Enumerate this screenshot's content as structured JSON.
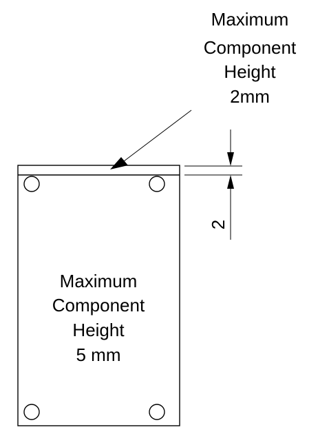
{
  "top_callout": {
    "line1": "Maximum",
    "line2": "Component",
    "line3": "Height",
    "line4": "2mm"
  },
  "board_label": {
    "line1": "Maximum",
    "line2": "Component",
    "line3": "Height",
    "line4": "5 mm"
  },
  "dimension": {
    "value": "2"
  },
  "colors": {
    "line": "#000000",
    "background": "#ffffff"
  }
}
